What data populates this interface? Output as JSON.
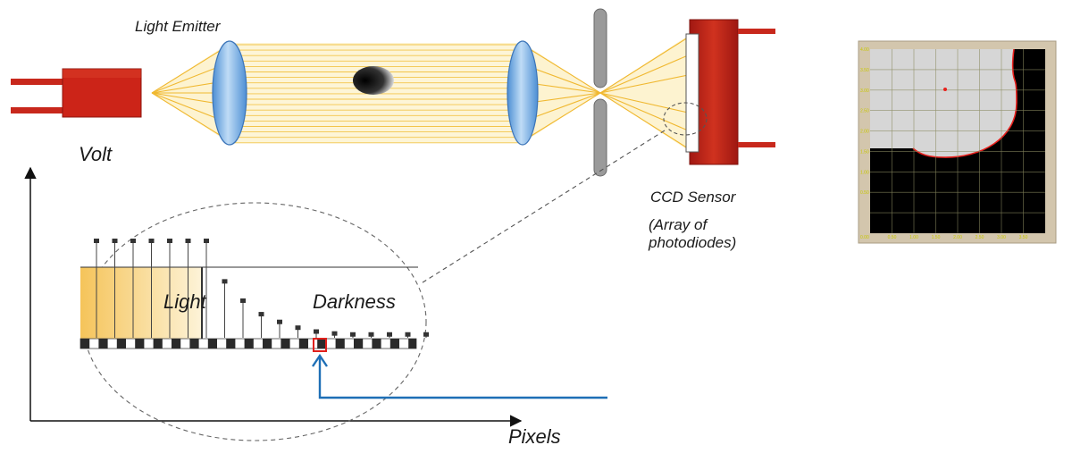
{
  "labels": {
    "light_emitter": "Light Emitter",
    "volt": "Volt",
    "ccd_sensor": "CCD Sensor",
    "array_of_photodiodes": "(Array of\nphotodiodes)",
    "light": "Light",
    "darkness": "Darkness",
    "pixels": "Pixels"
  },
  "colors": {
    "emitter_red": "#cc2418",
    "beam_yellow": "#f3c23c",
    "lens_blue": "#7fb7e8",
    "probe_line_blue": "#1e6fb6",
    "highlight_red": "#e0201c",
    "edge_red": "#e8201c"
  },
  "inset": {
    "x_ticks": [
      "0.50",
      "1.00",
      "1.50",
      "2.00",
      "2.50",
      "3.00",
      "3.50"
    ],
    "y_ticks": [
      "4.00",
      "3.50",
      "3.00",
      "2.50",
      "2.00",
      "1.50",
      "1.00",
      "0.50"
    ],
    "origin_label": "0.00"
  },
  "photodiode_signal": {
    "light_levels": [
      1.0,
      1.0,
      1.0,
      1.0,
      1.0,
      1.0,
      1.0
    ],
    "dark_levels": [
      0.58,
      0.38,
      0.24,
      0.16,
      0.1,
      0.06,
      0.04,
      0.03,
      0.03,
      0.03,
      0.03,
      0.03
    ]
  }
}
